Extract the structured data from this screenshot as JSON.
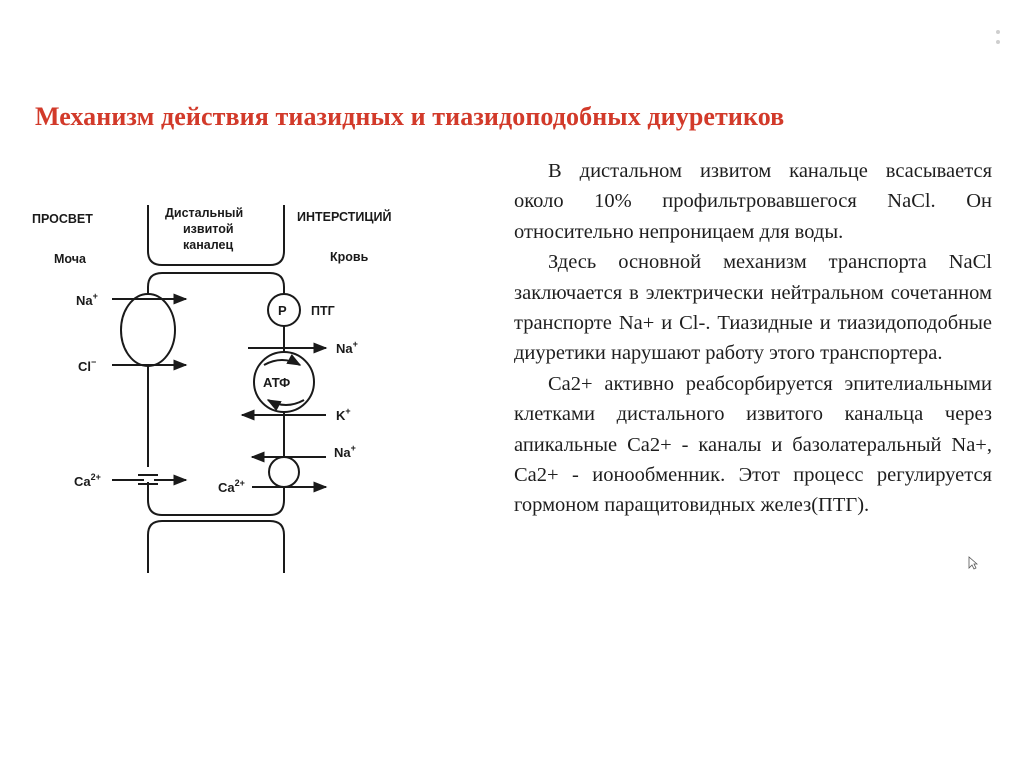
{
  "slide": {
    "title": "Механизм действия тиазидных и тиазидоподобных диуретиков",
    "paragraphs": [
      "В дистальном извитом канальце всасывается около 10% профильтровавшегося NaCl. Он относительно непроницаем для воды.",
      "Здесь основной механизм транспорта NaCl заключается в электрически нейтральном сочетанном транспорте Na+ и Cl-. Тиазидные и тиазидоподобные диуретики нарушают работу этого транспортера.",
      "Ca2+ активно реабсорбируется эпителиальными клетками дистального извитого канальца через апикальные Ca2+ - каналы и базолатеральный Na+, Ca2+ - ионообменник. Этот процесс регулируется гормоном паращитовидных желез(ПТГ)."
    ]
  },
  "diagram": {
    "lumen_label": "ПРОСВЕТ",
    "lumen_sub": "Моча",
    "interstitium_label": "ИНТЕРСТИЦИЙ",
    "interstitium_sub": "Кровь",
    "tubule_label_1": "Дистальный",
    "tubule_label_2": "извитой",
    "tubule_label_3": "каналец",
    "na": "Na",
    "na_charge": "+",
    "cl": "Cl",
    "cl_charge": "−",
    "ca": "Ca",
    "ca_charge": "2+",
    "k": "K",
    "k_charge": "+",
    "pth": "ПТГ",
    "receptor": "P",
    "atp": "АТФ"
  }
}
